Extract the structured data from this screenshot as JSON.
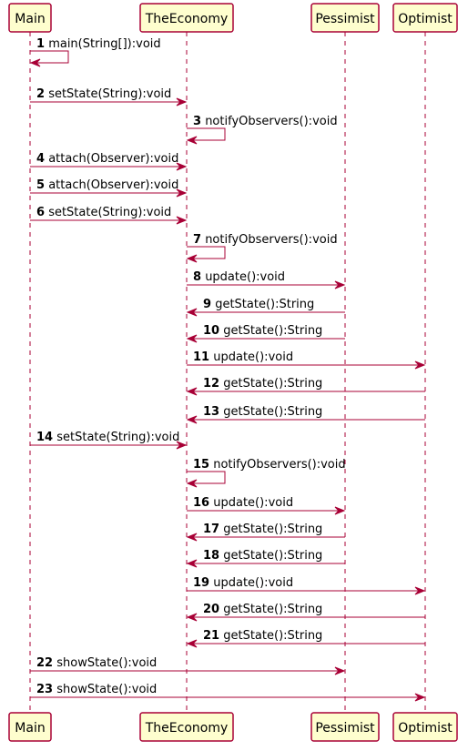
{
  "colors": {
    "accent": "#A80036",
    "participant_fill": "#FEFECE",
    "text": "#000000"
  },
  "participants": [
    {
      "id": "main",
      "label": "Main"
    },
    {
      "id": "economy",
      "label": "TheEconomy"
    },
    {
      "id": "pessimist",
      "label": "Pessimist"
    },
    {
      "id": "optimist",
      "label": "Optimist"
    }
  ],
  "messages": [
    {
      "num": "1",
      "text": "main(String[]):void",
      "from": "main",
      "to": "main"
    },
    {
      "num": "2",
      "text": "setState(String):void",
      "from": "main",
      "to": "economy"
    },
    {
      "num": "3",
      "text": "notifyObservers():void",
      "from": "economy",
      "to": "economy"
    },
    {
      "num": "4",
      "text": "attach(Observer):void",
      "from": "main",
      "to": "economy"
    },
    {
      "num": "5",
      "text": "attach(Observer):void",
      "from": "main",
      "to": "economy"
    },
    {
      "num": "6",
      "text": "setState(String):void",
      "from": "main",
      "to": "economy"
    },
    {
      "num": "7",
      "text": "notifyObservers():void",
      "from": "economy",
      "to": "economy"
    },
    {
      "num": "8",
      "text": "update():void",
      "from": "economy",
      "to": "pessimist"
    },
    {
      "num": "9",
      "text": "getState():String",
      "from": "pessimist",
      "to": "economy"
    },
    {
      "num": "10",
      "text": "getState():String",
      "from": "pessimist",
      "to": "economy"
    },
    {
      "num": "11",
      "text": "update():void",
      "from": "economy",
      "to": "optimist"
    },
    {
      "num": "12",
      "text": "getState():String",
      "from": "optimist",
      "to": "economy"
    },
    {
      "num": "13",
      "text": "getState():String",
      "from": "optimist",
      "to": "economy"
    },
    {
      "num": "14",
      "text": "setState(String):void",
      "from": "main",
      "to": "economy"
    },
    {
      "num": "15",
      "text": "notifyObservers():void",
      "from": "economy",
      "to": "economy"
    },
    {
      "num": "16",
      "text": "update():void",
      "from": "economy",
      "to": "pessimist"
    },
    {
      "num": "17",
      "text": "getState():String",
      "from": "pessimist",
      "to": "economy"
    },
    {
      "num": "18",
      "text": "getState():String",
      "from": "pessimist",
      "to": "economy"
    },
    {
      "num": "19",
      "text": "update():void",
      "from": "economy",
      "to": "optimist"
    },
    {
      "num": "20",
      "text": "getState():String",
      "from": "optimist",
      "to": "economy"
    },
    {
      "num": "21",
      "text": "getState():String",
      "from": "optimist",
      "to": "economy"
    },
    {
      "num": "22",
      "text": "showState():void",
      "from": "main",
      "to": "pessimist"
    },
    {
      "num": "23",
      "text": "showState():void",
      "from": "main",
      "to": "optimist"
    }
  ]
}
